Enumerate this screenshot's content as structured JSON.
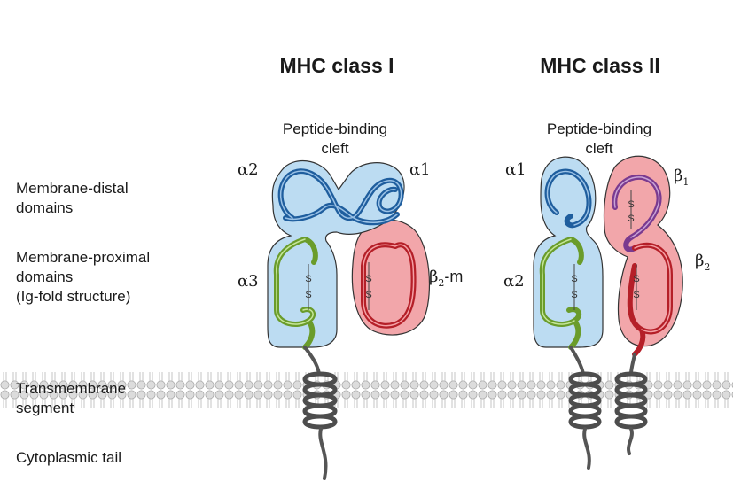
{
  "titles": {
    "class1": "MHC class I",
    "class2": "MHC class II"
  },
  "left_labels": {
    "distal_1": "Membrane-distal",
    "distal_2": "domains",
    "proximal_1": "Membrane-proximal",
    "proximal_2": "domains",
    "proximal_3": "(Ig-fold structure)",
    "transmembrane_1": "Transmembrane",
    "transmembrane_2": "segment",
    "tail": "Cytoplasmic tail"
  },
  "cleft": {
    "line1": "Peptide-binding",
    "line2": "cleft"
  },
  "class1_domains": {
    "a2": "α2",
    "a1": "α1",
    "a3": "α3",
    "b2m_base": "β",
    "b2m_sub": "2",
    "b2m_suffix": "-m"
  },
  "class2_domains": {
    "a1": "α1",
    "a2": "α2",
    "b1_base": "β",
    "b1_sub": "1",
    "b2_base": "β",
    "b2_sub": "2"
  },
  "disulfide": "S",
  "colors": {
    "alpha_fill": "#bcdcf2",
    "beta_fill": "#f2a6aa",
    "blue_strand": "#1f5e9e",
    "red_strand": "#c4262e",
    "green_strand": "#8cc63f",
    "purple_strand": "#7a3a8f",
    "helix": "#6b6b6b",
    "membrane_bead": "#d8d8d8"
  }
}
